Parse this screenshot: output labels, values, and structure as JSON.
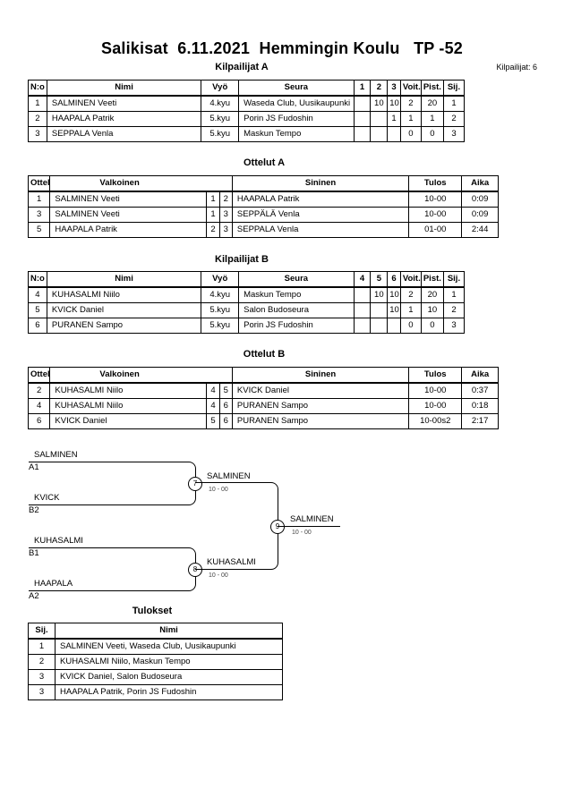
{
  "title": "Salikisat  6.11.2021  Hemmingin Koulu   TP -52",
  "participants_count": "Kilpailijat: 6",
  "groupA": {
    "heading": "Kilpailijat A",
    "headers": [
      "N:o",
      "Nimi",
      "Vyö",
      "Seura",
      "1",
      "2",
      "3",
      "Voit.",
      "Pist.",
      "Sij."
    ],
    "rows": [
      {
        "no": "1",
        "name": "SALMINEN Veeti",
        "belt": "4.kyu",
        "club": "Waseda Club, Uusikaupunki",
        "r1": "",
        "r2": "10",
        "r3": "10",
        "wins": "2",
        "points": "20",
        "rank": "1"
      },
      {
        "no": "2",
        "name": "HAAPALA Patrik",
        "belt": "5.kyu",
        "club": "Porin JS Fudoshin",
        "r1": "",
        "r2": "",
        "r3": "1",
        "wins": "1",
        "points": "1",
        "rank": "2"
      },
      {
        "no": "3",
        "name": "SEPPALA Venla",
        "belt": "5.kyu",
        "club": "Maskun Tempo",
        "r1": "",
        "r2": "",
        "r3": "",
        "wins": "0",
        "points": "0",
        "rank": "3"
      }
    ]
  },
  "matchesA": {
    "heading": "Ottelut A",
    "headers": [
      "Ottelu",
      "Valkoinen",
      "Sininen",
      "Tulos",
      "Aika"
    ],
    "rows": [
      {
        "match": "1",
        "white": "SALMINEN Veeti",
        "wn": "1",
        "bn": "2",
        "blue": "HAAPALA Patrik",
        "result": "10-00",
        "time": "0:09"
      },
      {
        "match": "3",
        "white": "SALMINEN Veeti",
        "wn": "1",
        "bn": "3",
        "blue": "SEPPÄLÄ Venla",
        "result": "10-00",
        "time": "0:09"
      },
      {
        "match": "5",
        "white": "HAAPALA Patrik",
        "wn": "2",
        "bn": "3",
        "blue": "SEPPALA Venla",
        "result": "01-00",
        "time": "2:44"
      }
    ]
  },
  "groupB": {
    "heading": "Kilpailijat B",
    "headers": [
      "N:o",
      "Nimi",
      "Vyö",
      "Seura",
      "4",
      "5",
      "6",
      "Voit.",
      "Pist.",
      "Sij."
    ],
    "rows": [
      {
        "no": "4",
        "name": "KUHASALMI Niilo",
        "belt": "4.kyu",
        "club": "Maskun Tempo",
        "r1": "",
        "r2": "10",
        "r3": "10",
        "wins": "2",
        "points": "20",
        "rank": "1"
      },
      {
        "no": "5",
        "name": "KVICK Daniel",
        "belt": "5.kyu",
        "club": "Salon Budoseura",
        "r1": "",
        "r2": "",
        "r3": "10",
        "wins": "1",
        "points": "10",
        "rank": "2"
      },
      {
        "no": "6",
        "name": "PURANEN Sampo",
        "belt": "5.kyu",
        "club": "Porin JS Fudoshin",
        "r1": "",
        "r2": "",
        "r3": "",
        "wins": "0",
        "points": "0",
        "rank": "3"
      }
    ]
  },
  "matchesB": {
    "heading": "Ottelut B",
    "headers": [
      "Ottelu",
      "Valkoinen",
      "Sininen",
      "Tulos",
      "Aika"
    ],
    "rows": [
      {
        "match": "2",
        "white": "KUHASALMI Niilo",
        "wn": "4",
        "bn": "5",
        "blue": "KVICK Daniel",
        "result": "10-00",
        "time": "0:37"
      },
      {
        "match": "4",
        "white": "KUHASALMI Niilo",
        "wn": "4",
        "bn": "6",
        "blue": "PURANEN Sampo",
        "result": "10-00",
        "time": "0:18"
      },
      {
        "match": "6",
        "white": "KVICK Daniel",
        "wn": "5",
        "bn": "6",
        "blue": "PURANEN Sampo",
        "result": "10-00s2",
        "time": "2:17"
      }
    ]
  },
  "bracket": {
    "e1": {
      "name": "SALMINEN",
      "seed": "A1"
    },
    "e2": {
      "name": "KVICK",
      "seed": "B2"
    },
    "e3": {
      "name": "KUHASALMI",
      "seed": "B1"
    },
    "e4": {
      "name": "HAAPALA",
      "seed": "A2"
    },
    "m7": {
      "no": "7",
      "winner": "SALMINEN",
      "score": "10 - 00"
    },
    "m8": {
      "no": "8",
      "winner": "KUHASALMI",
      "score": "10 - 00"
    },
    "m9": {
      "no": "9",
      "winner": "SALMINEN",
      "score": "10 - 00"
    }
  },
  "results": {
    "heading": "Tulokset",
    "headers": [
      "Sij.",
      "Nimi"
    ],
    "rows": [
      {
        "rank": "1",
        "name": "SALMINEN Veeti, Waseda Club, Uusikaupunki"
      },
      {
        "rank": "2",
        "name": "KUHASALMI Niilo, Maskun Tempo"
      },
      {
        "rank": "3",
        "name": "KVICK Daniel, Salon Budoseura"
      },
      {
        "rank": "3",
        "name": "HAAPALA Patrik, Porin JS Fudoshin"
      }
    ]
  }
}
